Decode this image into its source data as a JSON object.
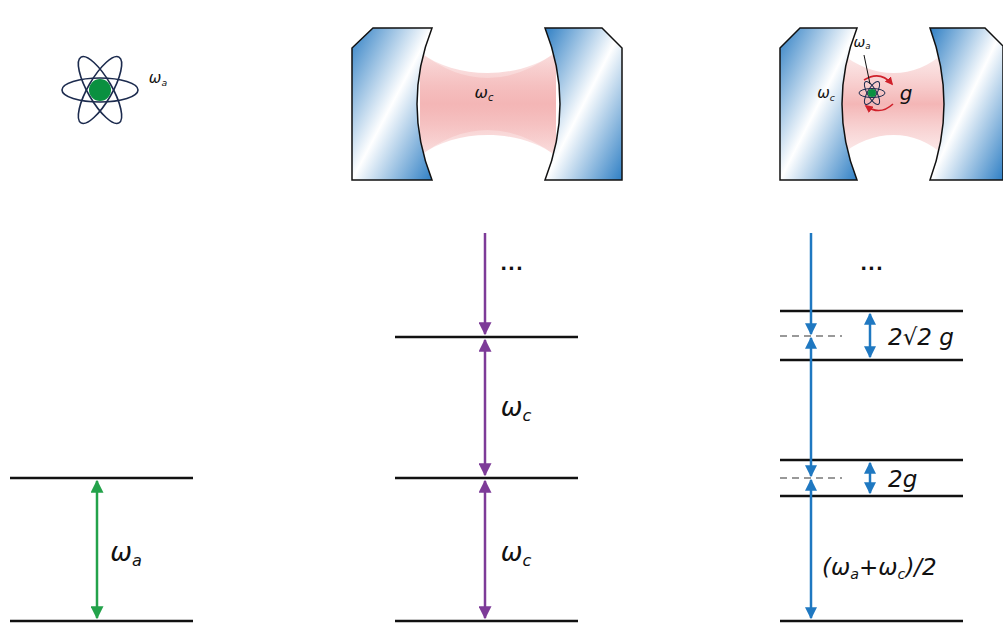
{
  "diagram": {
    "labels": [
      "ωa",
      "ωc",
      "ωa",
      "ωc",
      "g",
      "ωa",
      "...",
      "ωc",
      "ωc",
      "...",
      "2√2 g",
      "2g",
      "(ωa+ωc)/2"
    ]
  }
}
